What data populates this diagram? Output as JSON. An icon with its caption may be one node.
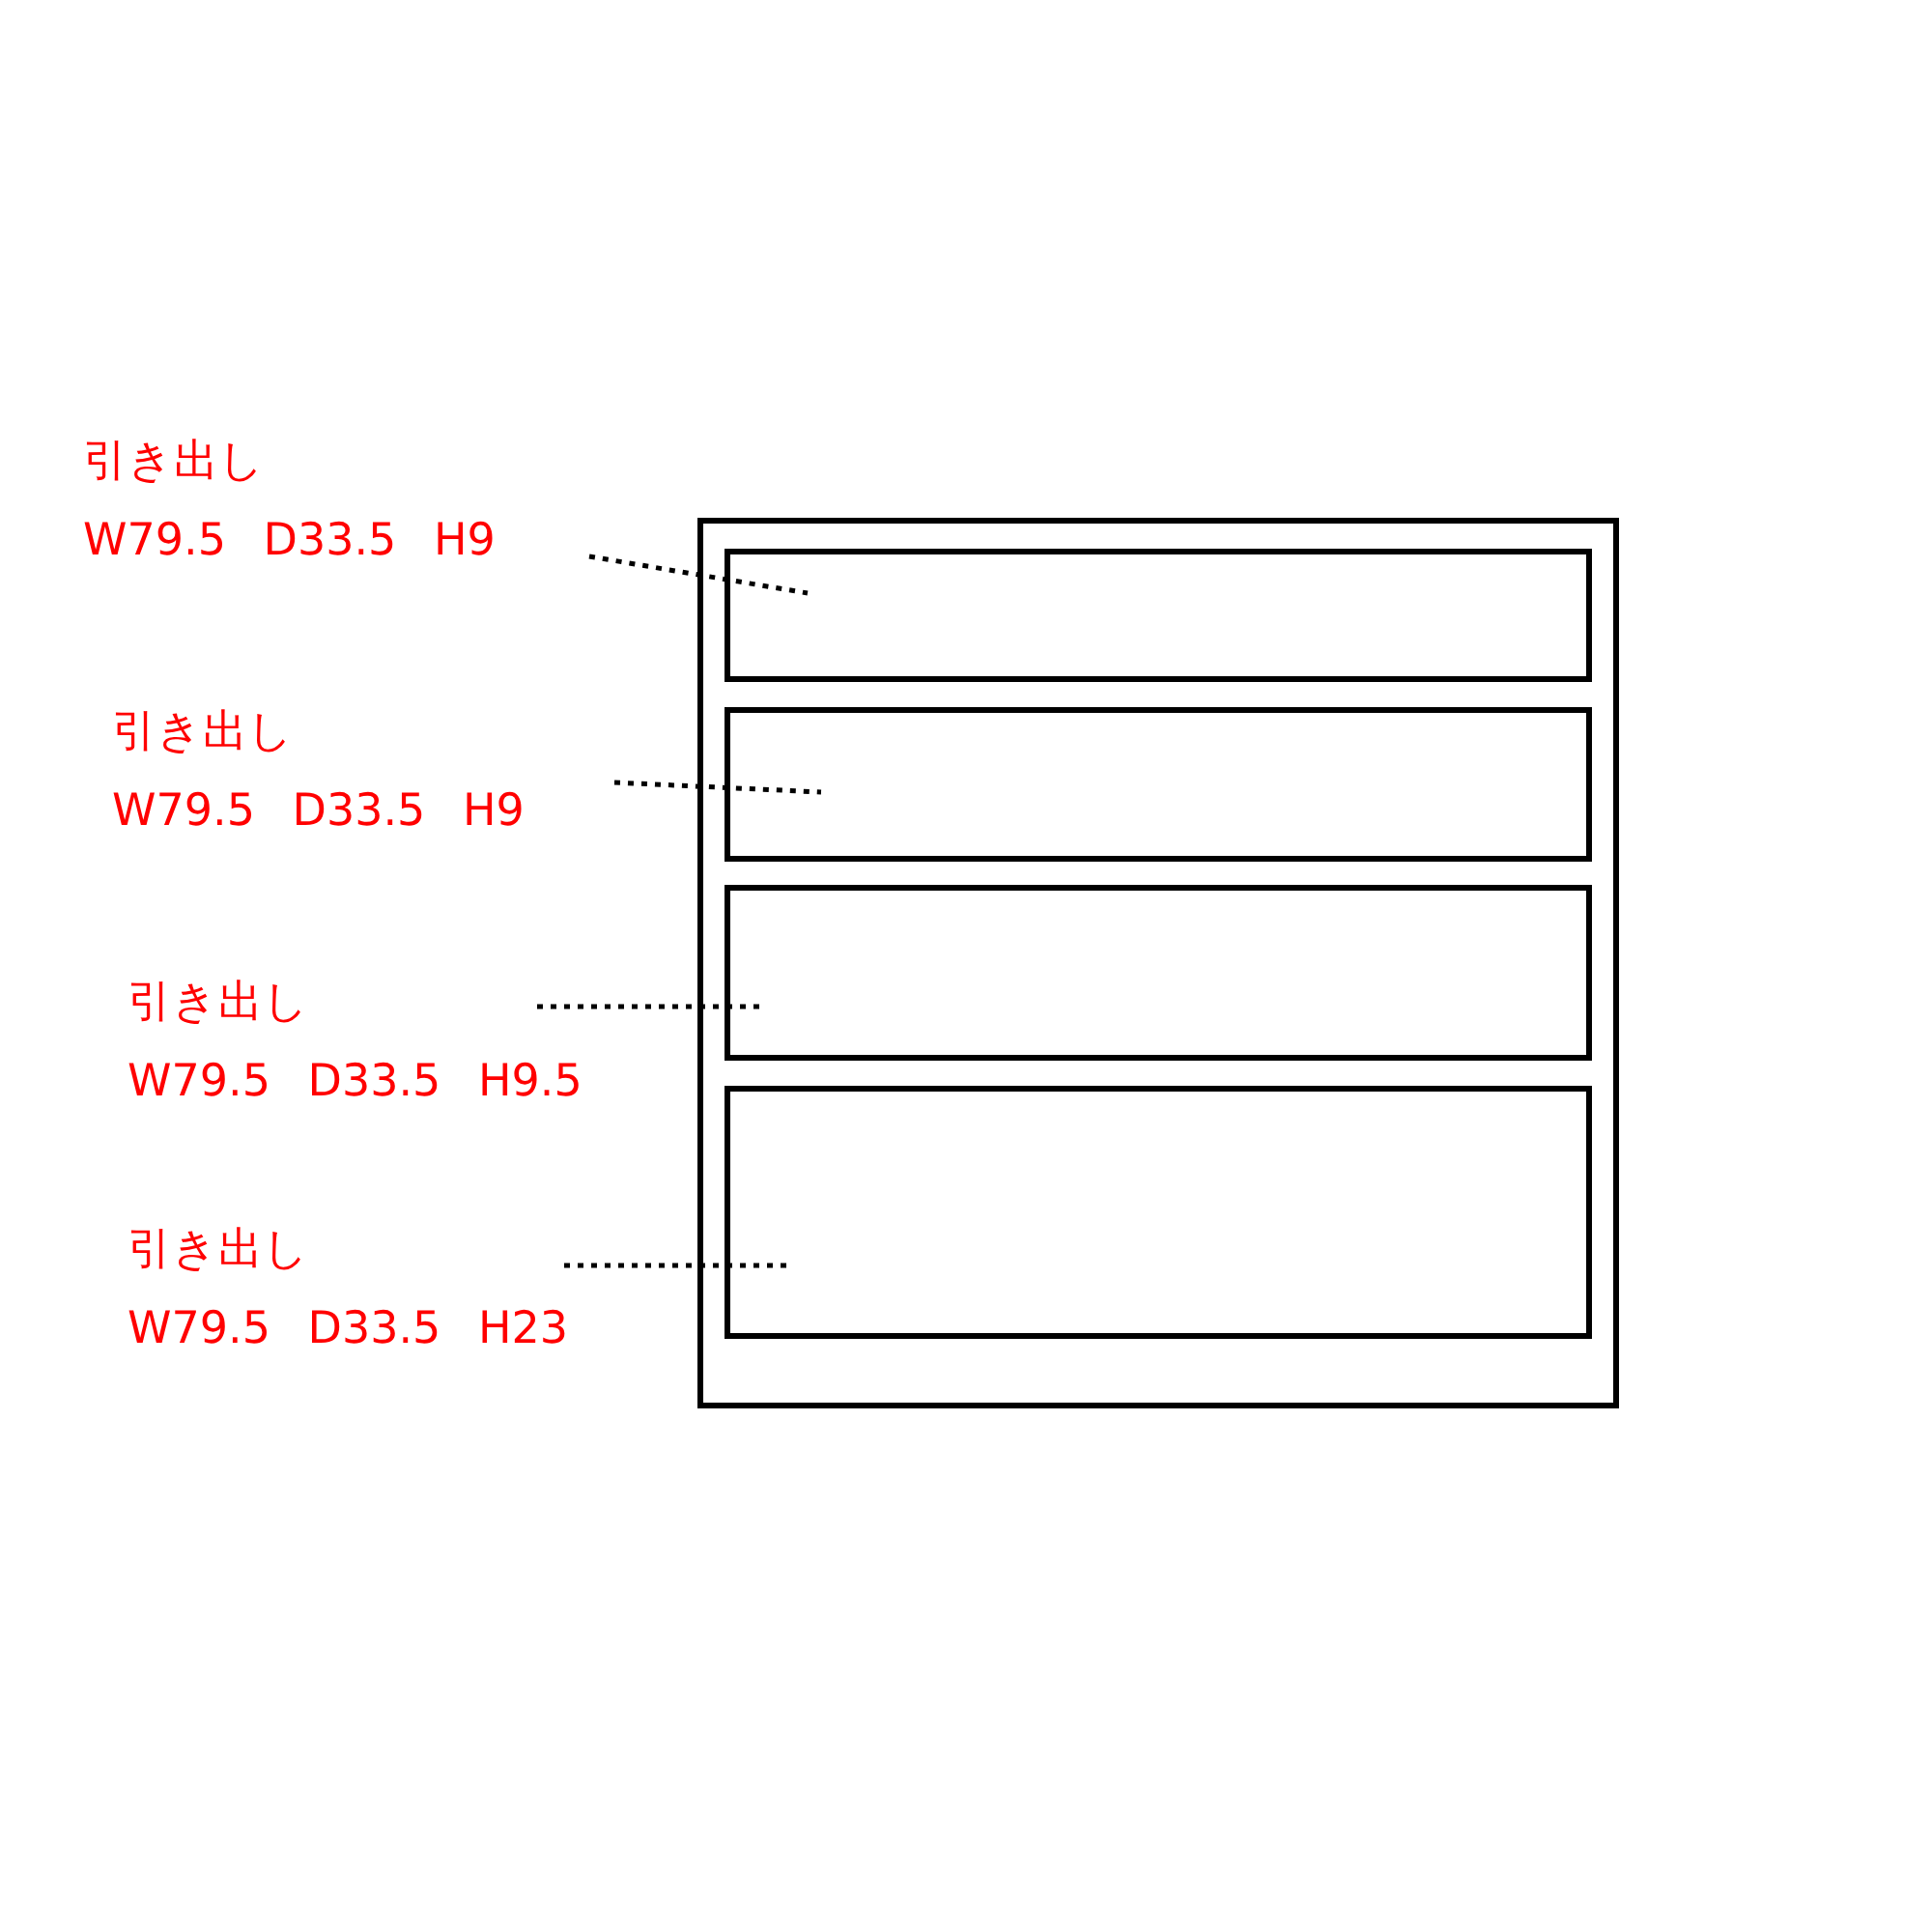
{
  "diagram": {
    "nodes": [
      {
        "text": [
          "引き出し",
          "W79.5 D33.5 H9"
        ]
      },
      {
        "text": [
          "引き出し",
          "W79.5 D33.5 H9"
        ]
      },
      {
        "text": [
          "引き出し",
          "W79.5 D33.5 H9.5"
        ]
      },
      {
        "text": [
          "引き出し",
          "W79.5 D33.5 H23"
        ]
      },
      {
        "text": [],
        "shape": "box"
      },
      {
        "text": [],
        "shape": "box",
        "in": 4
      },
      {
        "text": [],
        "shape": "box",
        "in": 4
      },
      {
        "text": [],
        "shape": "box",
        "in": 4
      },
      {
        "text": [],
        "shape": "box",
        "in": 4
      }
    ],
    "edges": [
      {
        "from": 0,
        "to": 5,
        "arrow": "none",
        "style": "dashed"
      },
      {
        "from": 1,
        "to": 6,
        "arrow": "none",
        "style": "dashed"
      },
      {
        "from": 2,
        "to": 7,
        "arrow": "none",
        "style": "dashed"
      },
      {
        "from": 3,
        "to": 8,
        "arrow": "none",
        "style": "dashed"
      }
    ]
  }
}
